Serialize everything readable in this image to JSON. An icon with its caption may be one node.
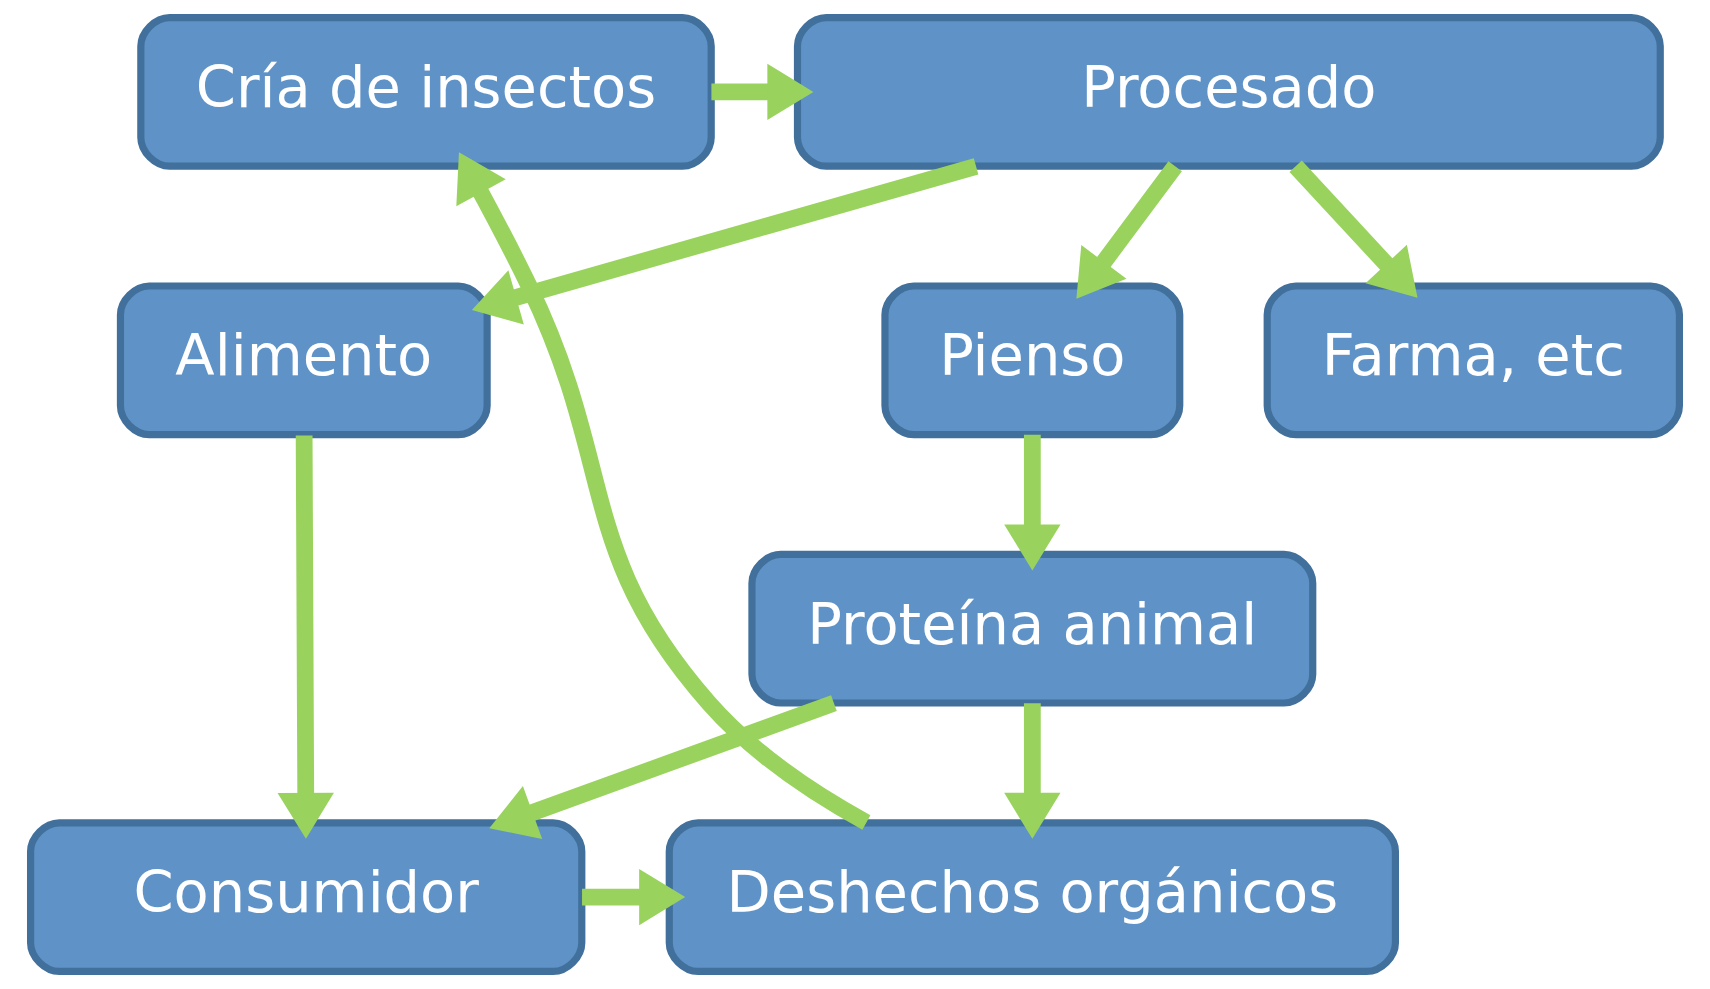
{
  "diagram": {
    "nodes": [
      {
        "text": [
          "Cría de insectos"
        ]
      },
      {
        "text": [
          "Procesado"
        ]
      },
      {
        "text": [
          "Alimento"
        ]
      },
      {
        "text": [
          "Pienso"
        ]
      },
      {
        "text": [
          "Farma, etc"
        ]
      },
      {
        "text": [
          "Consumidor"
        ]
      },
      {
        "text": [
          "Deshechos orgánicos"
        ]
      },
      {
        "text": [
          "Proteína animal"
        ]
      }
    ],
    "edges": [
      {
        "from": 0,
        "to": 1,
        "arrow": "to"
      },
      {
        "from": 1,
        "to": 2,
        "arrow": "to"
      },
      {
        "from": 1,
        "to": 3,
        "arrow": "to"
      },
      {
        "from": 1,
        "to": 4,
        "arrow": "to"
      },
      {
        "from": 2,
        "to": 5,
        "arrow": "to"
      },
      {
        "from": 3,
        "to": 7,
        "arrow": "to"
      },
      {
        "from": 7,
        "to": 5,
        "arrow": "to"
      },
      {
        "from": 5,
        "to": 6,
        "arrow": "to"
      },
      {
        "from": 7,
        "to": 6,
        "arrow": "to"
      },
      {
        "from": 6,
        "to": 0,
        "arrow": "to"
      }
    ]
  }
}
